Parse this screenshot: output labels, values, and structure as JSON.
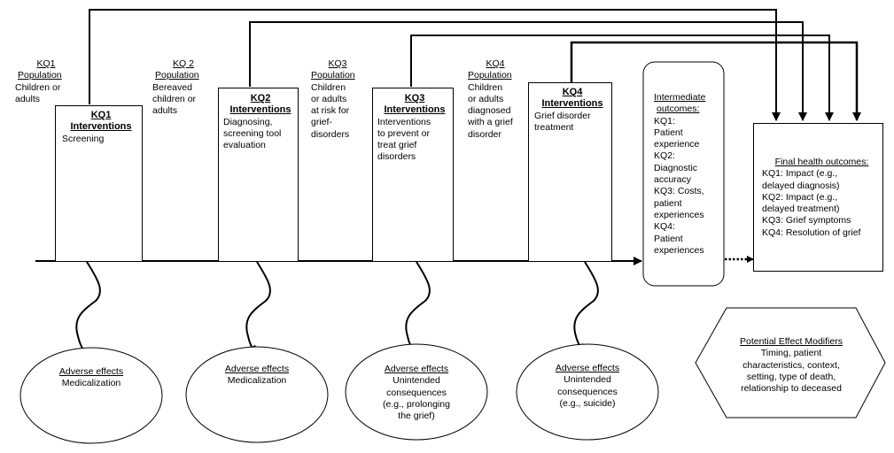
{
  "populations": [
    {
      "heading": "KQ1",
      "subheading": "Population",
      "lines": [
        "Children or",
        "adults"
      ]
    },
    {
      "heading": "KQ 2",
      "subheading": "Population",
      "lines": [
        "Bereaved",
        "children or",
        "adults"
      ]
    },
    {
      "heading": "KQ3",
      "subheading": "Population",
      "lines": [
        "Children",
        "or adults",
        "at risk for",
        "grief-",
        "disorders"
      ]
    },
    {
      "heading": "KQ4",
      "subheading": "Population",
      "lines": [
        "Children",
        "or adults",
        "diagnosed",
        "with a grief",
        "disorder"
      ]
    }
  ],
  "interventions": [
    {
      "heading": "KQ1",
      "subheading": "Interventions",
      "lines": [
        "Screening"
      ]
    },
    {
      "heading": "KQ2",
      "subheading": "Interventions",
      "lines": [
        "Diagnosing,",
        "screening tool",
        "evaluation"
      ]
    },
    {
      "heading": "KQ3",
      "subheading": "Interventions",
      "lines": [
        "Interventions",
        "to prevent or",
        "treat grief",
        "disorders"
      ]
    },
    {
      "heading": "KQ4",
      "subheading": "Interventions",
      "lines": [
        "Grief disorder",
        "treatment"
      ]
    }
  ],
  "intermediate_outcomes": {
    "heading": [
      "Intermediate",
      "outcomes:"
    ],
    "lines": [
      "KQ1:",
      "Patient",
      "experience",
      "KQ2:",
      "Diagnostic",
      "accuracy",
      "KQ3: Costs,",
      "patient",
      "experiences",
      "KQ4:",
      "Patient",
      "experiences"
    ]
  },
  "final_outcomes": {
    "heading": "Final health outcomes:",
    "lines": [
      "KQ1: Impact (e.g.,",
      "delayed diagnosis)",
      "KQ2: Impact (e.g.,",
      "delayed treatment)",
      "KQ3: Grief symptoms",
      "KQ4: Resolution of grief"
    ]
  },
  "adverse_effects": [
    {
      "heading": "Adverse effects",
      "lines": [
        "Medicalization"
      ]
    },
    {
      "heading": "Adverse effects",
      "lines": [
        "Medicalization"
      ]
    },
    {
      "heading": "Adverse effects",
      "lines": [
        "Unintended",
        "consequences",
        "(e.g., prolonging",
        "the grief)"
      ]
    },
    {
      "heading": "Adverse effects",
      "lines": [
        "Unintended",
        "consequences",
        "(e.g., suicide)"
      ]
    }
  ],
  "effect_modifiers": {
    "heading": "Potential Effect Modifiers",
    "lines": [
      "Timing, patient",
      "characteristics, context,",
      "setting, type of death,",
      "relationship to deceased"
    ]
  }
}
